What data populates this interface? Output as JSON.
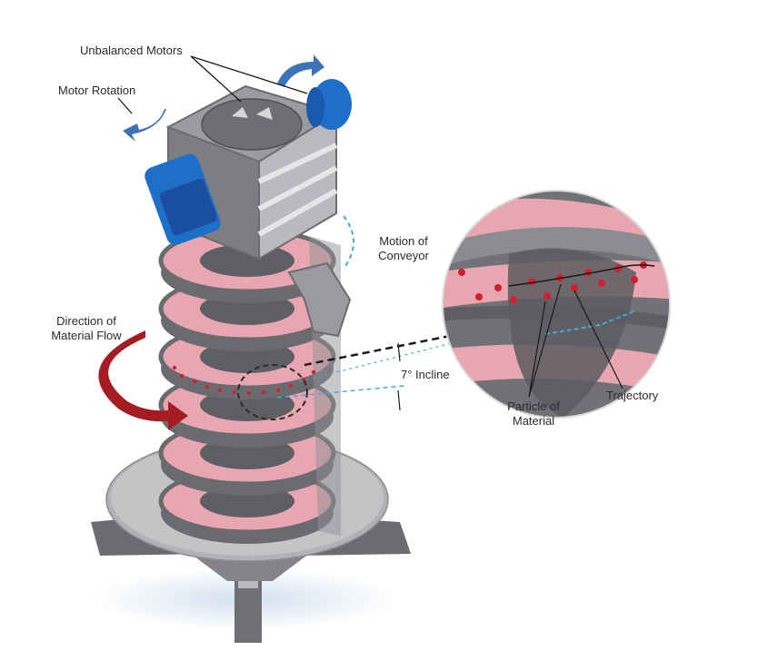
{
  "labels": {
    "unbalanced_motors": "Unbalanced Motors",
    "motor_rotation": "Motor Rotation",
    "motion_line1": "Motion of",
    "motion_line2": "Conveyor",
    "direction_line1": "Direction of",
    "direction_line2": "Material Flow",
    "incline": "7° Incline",
    "particle_line1": "Particle of",
    "particle_line2": "Material",
    "trajectory": "Trajectory"
  },
  "colors": {
    "steel": "#8f9093",
    "steel_dark": "#5e5f63",
    "steel_light": "#c9cacc",
    "trough_pink": "#e8a6b0",
    "particle_red": "#d11f2e",
    "motor_blue": "#1e6fc9",
    "arrow_blue": "#3f73b8",
    "flow_red": "#a51d22",
    "incline_blue": "#4aa8d8"
  }
}
